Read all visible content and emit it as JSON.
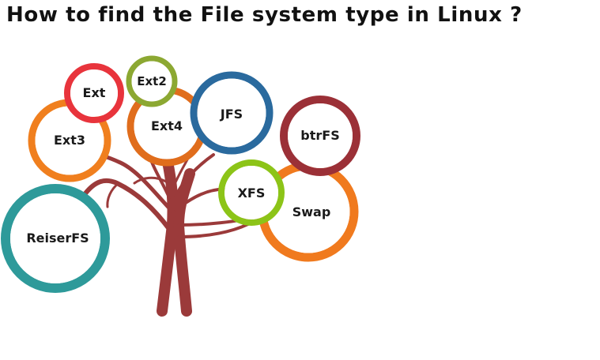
{
  "title": "How to find the File system type in Linux ?",
  "tree": {
    "trunk_color": "#9b3a3a",
    "nodes": [
      {
        "id": "reiserfs",
        "label": "ReiserFS",
        "ring_color": "#2e9a9a"
      },
      {
        "id": "ext3",
        "label": "Ext3",
        "ring_color": "#f07f1e"
      },
      {
        "id": "ext",
        "label": "Ext",
        "ring_color": "#e8343c"
      },
      {
        "id": "ext2",
        "label": "Ext2",
        "ring_color": "#8ca832"
      },
      {
        "id": "ext4",
        "label": "Ext4",
        "ring_color": "#e06d1c"
      },
      {
        "id": "jfs",
        "label": "JFS",
        "ring_color": "#2a6a9e"
      },
      {
        "id": "btrfs",
        "label": "btrFS",
        "ring_color": "#9b3037"
      },
      {
        "id": "swap",
        "label": "Swap",
        "ring_color": "#f07a1e"
      },
      {
        "id": "xfs",
        "label": "XFS",
        "ring_color": "#8cc418"
      }
    ]
  }
}
